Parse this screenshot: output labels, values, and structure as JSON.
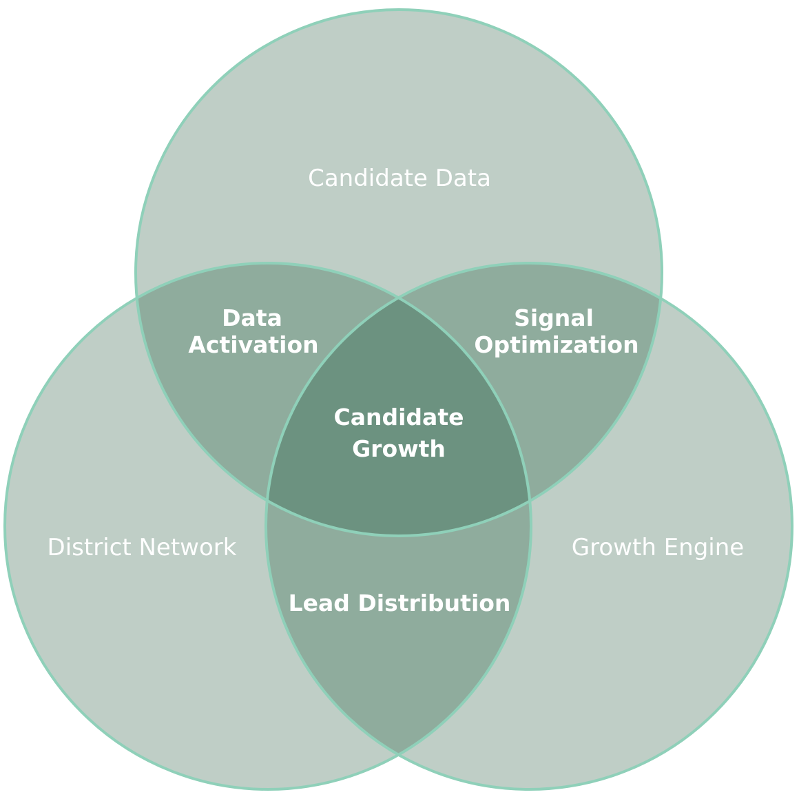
{
  "colors": {
    "circle_fill": "#bfcec6",
    "two_way_overlap": "#8fac9d",
    "center_overlap": "#6c9280",
    "outline": "#8fd0b9",
    "text": "#ffffff"
  },
  "sets": {
    "top": "Candidate Data",
    "left": "District Network",
    "right": "Growth Engine"
  },
  "overlaps": {
    "top_left": {
      "line1": "Data",
      "line2": "Activation"
    },
    "top_right": {
      "line1": "Signal",
      "line2": "Optimization"
    },
    "left_right": {
      "line1": "Lead Distribution"
    },
    "center": {
      "line1": "Candidate",
      "line2": "Growth"
    }
  }
}
